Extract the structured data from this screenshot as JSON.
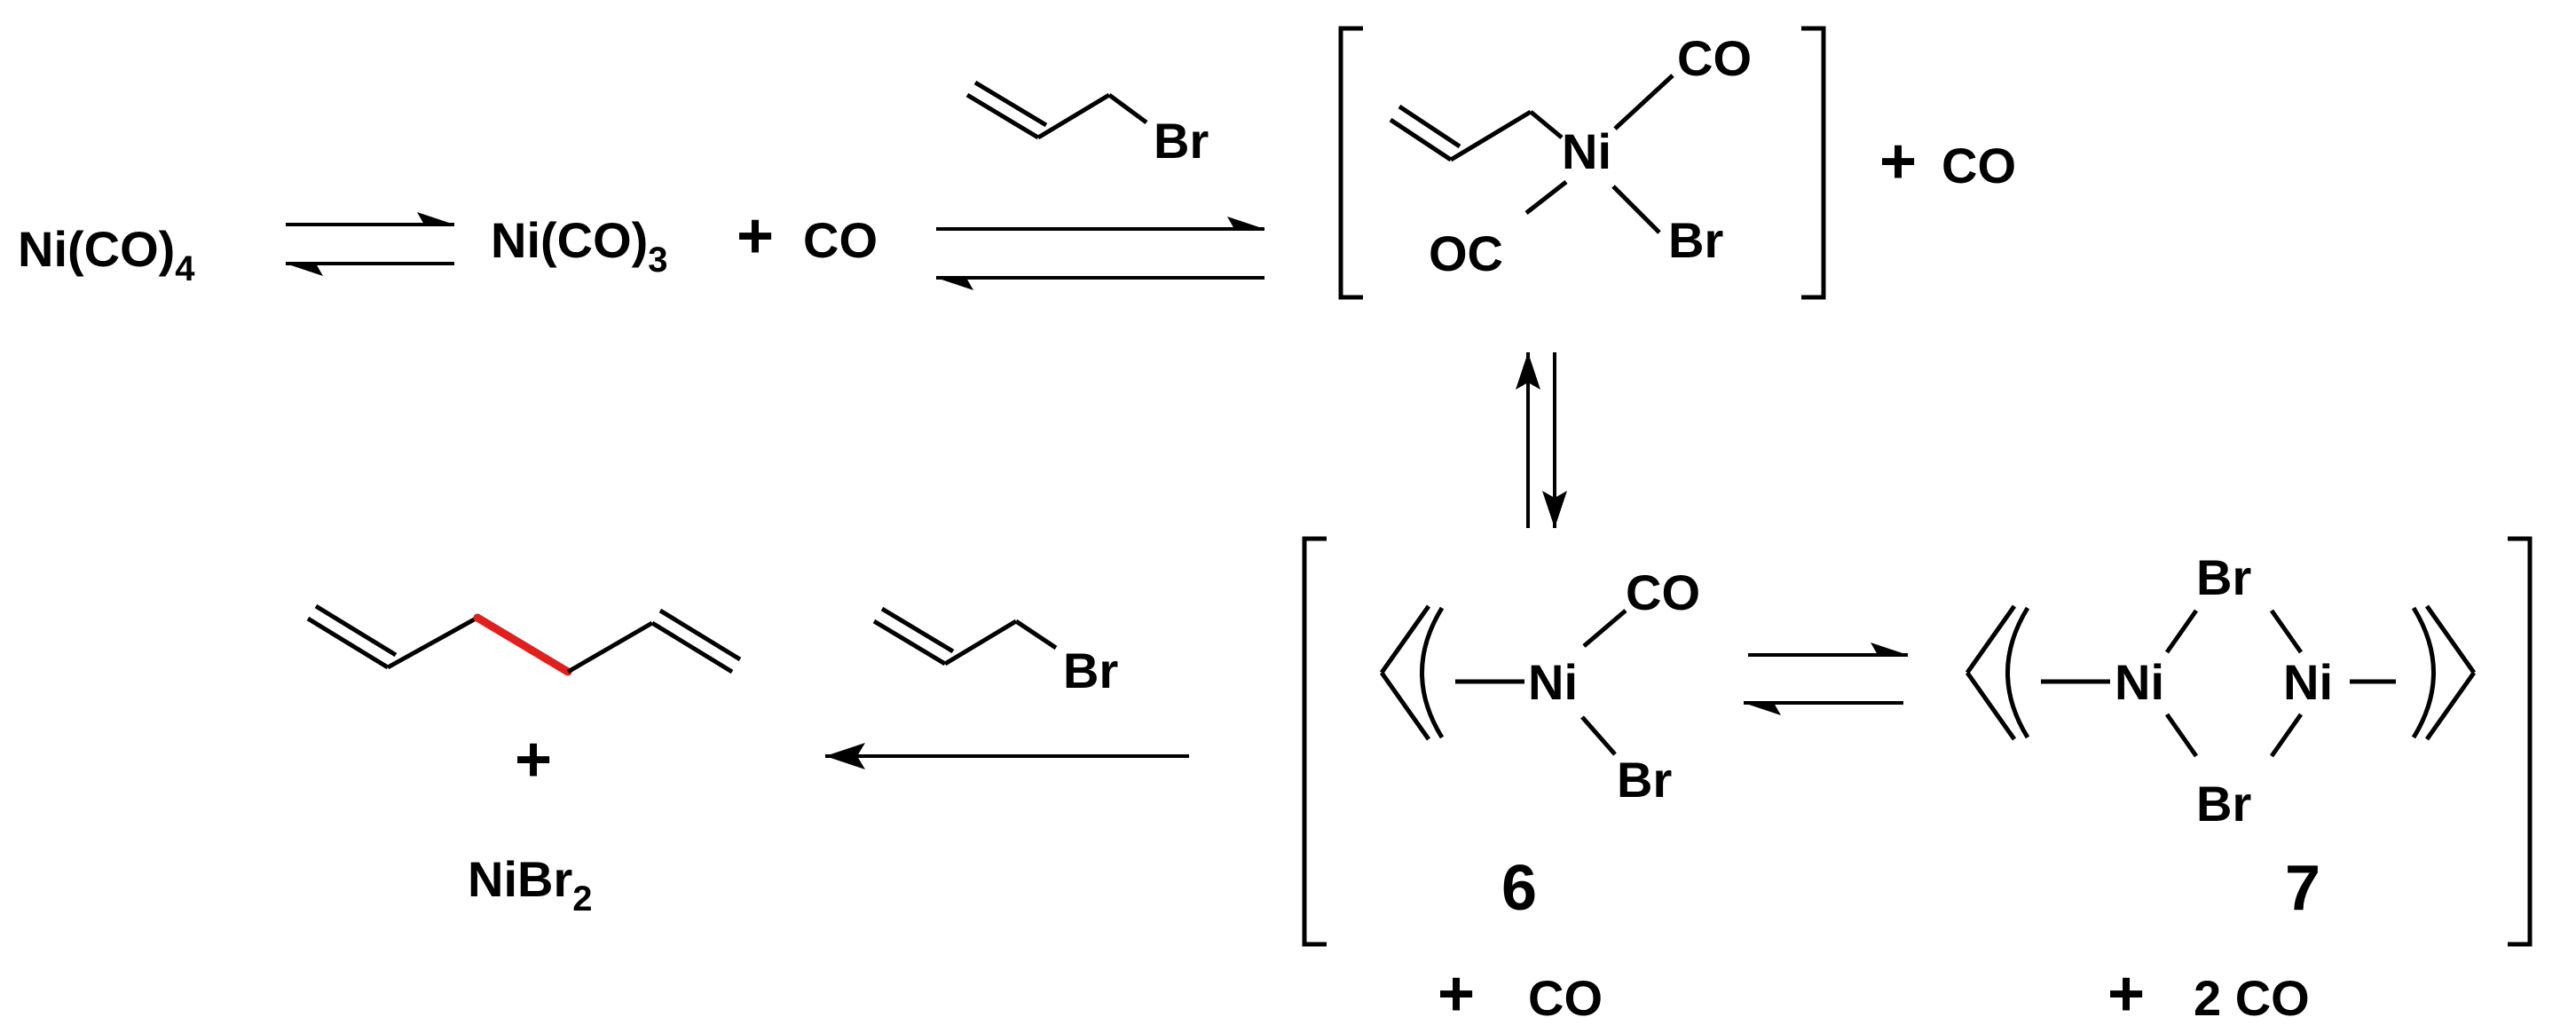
{
  "colors": {
    "ink": "#000000",
    "new_bond": "#e0201c",
    "background": "#ffffff"
  },
  "labels": {
    "ni_co_4": "Ni(CO)",
    "ni_co_4_sub": "4",
    "ni_co_3": "Ni(CO)",
    "ni_co_3_sub": "3",
    "plus": "+",
    "co": "CO",
    "oc": "OC",
    "br": "Br",
    "ni": "Ni",
    "nibr": "NiBr",
    "nibr_sub": "2",
    "two_co": "2 CO",
    "compound_6": "6",
    "compound_7": "7"
  }
}
